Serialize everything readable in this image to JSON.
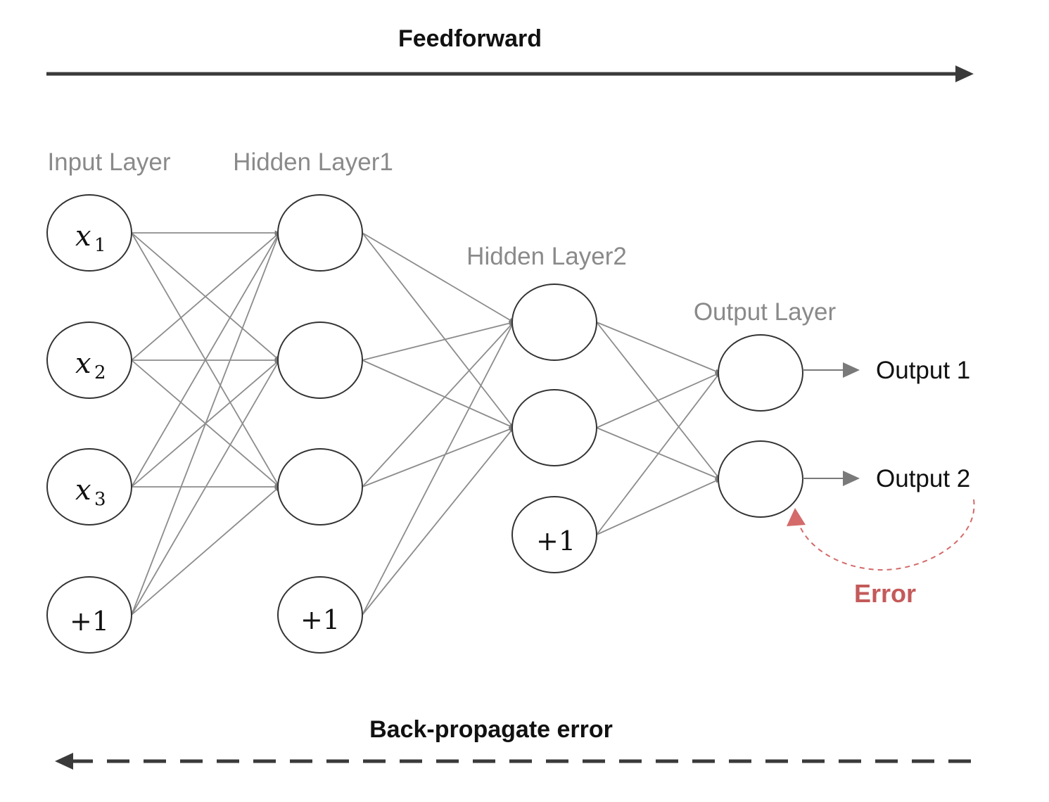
{
  "feedforward_label": "Feedforward",
  "backprop_label": "Back-propagate error",
  "error_label": "Error",
  "layers": [
    {
      "label": "Input Layer",
      "nodes": [
        {
          "symbol": "x",
          "sub": "1"
        },
        {
          "symbol": "x",
          "sub": "2"
        },
        {
          "symbol": "x",
          "sub": "3"
        },
        {
          "symbol": "+1",
          "sub": ""
        }
      ]
    },
    {
      "label": "Hidden Layer1",
      "nodes": [
        {
          "symbol": "",
          "sub": ""
        },
        {
          "symbol": "",
          "sub": ""
        },
        {
          "symbol": "",
          "sub": ""
        },
        {
          "symbol": "+1",
          "sub": ""
        }
      ]
    },
    {
      "label": "Hidden Layer2",
      "nodes": [
        {
          "symbol": "",
          "sub": ""
        },
        {
          "symbol": "",
          "sub": ""
        },
        {
          "symbol": "+1",
          "sub": ""
        }
      ]
    },
    {
      "label": "Output Layer",
      "nodes": [
        {
          "symbol": "",
          "sub": ""
        },
        {
          "symbol": "",
          "sub": ""
        }
      ]
    }
  ],
  "outputs": [
    "Output 1",
    "Output 2"
  ],
  "colors": {
    "edge": "#8c8c8c",
    "node_stroke": "#333333",
    "main_arrow": "#3a3a3a",
    "error": "#c45a5a",
    "layer_label": "#8a8a8a"
  }
}
